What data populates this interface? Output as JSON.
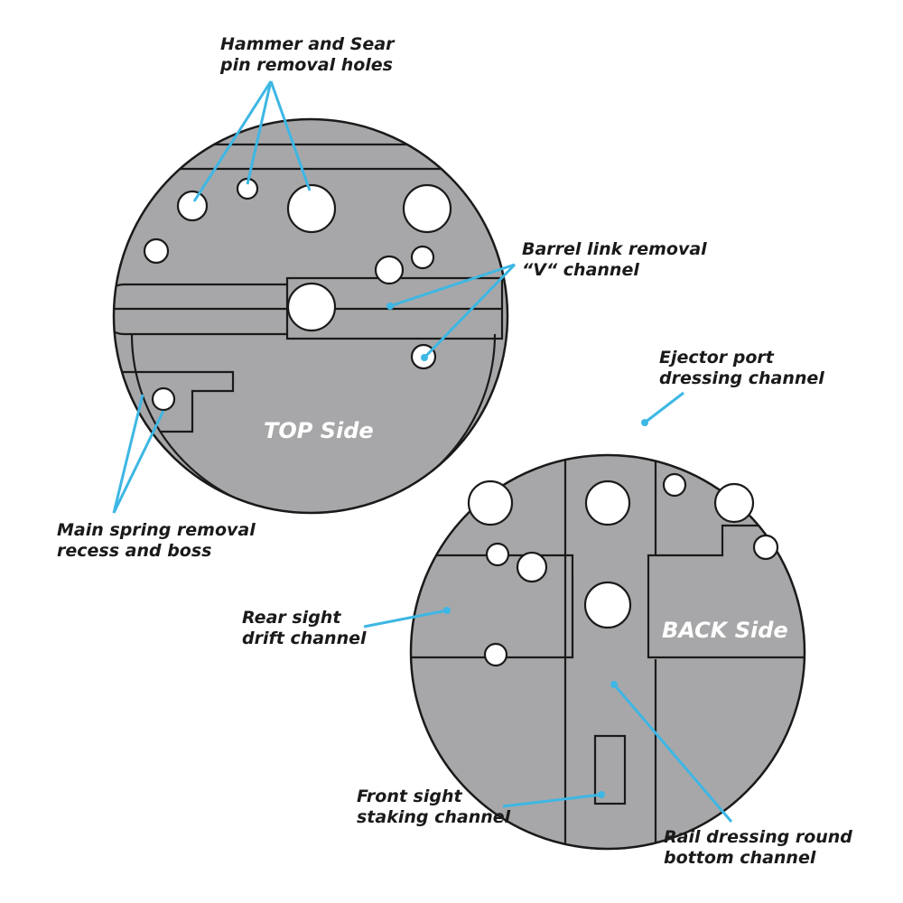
{
  "diagram": {
    "top_side_label": "TOP Side",
    "back_side_label": "BACK Side",
    "callouts": {
      "hammer_sear": [
        "Hammer and Sear",
        "pin removal holes"
      ],
      "barrel_link": [
        "Barrel link removal",
        "“V“ channel"
      ],
      "main_spring": [
        "Main spring removal",
        "recess and boss"
      ],
      "ejector_port": [
        "Ejector port",
        "dressing channel"
      ],
      "rear_sight": [
        "Rear sight",
        "drift channel"
      ],
      "front_sight": [
        "Front sight",
        "staking channel"
      ],
      "rail_dressing": [
        "Rail dressing round",
        "bottom channel"
      ]
    },
    "colors": {
      "disc_fill": "#a7a7a9",
      "outline": "#1a1a1a",
      "pointer": "#3db7e4",
      "hole": "#ffffff"
    }
  }
}
